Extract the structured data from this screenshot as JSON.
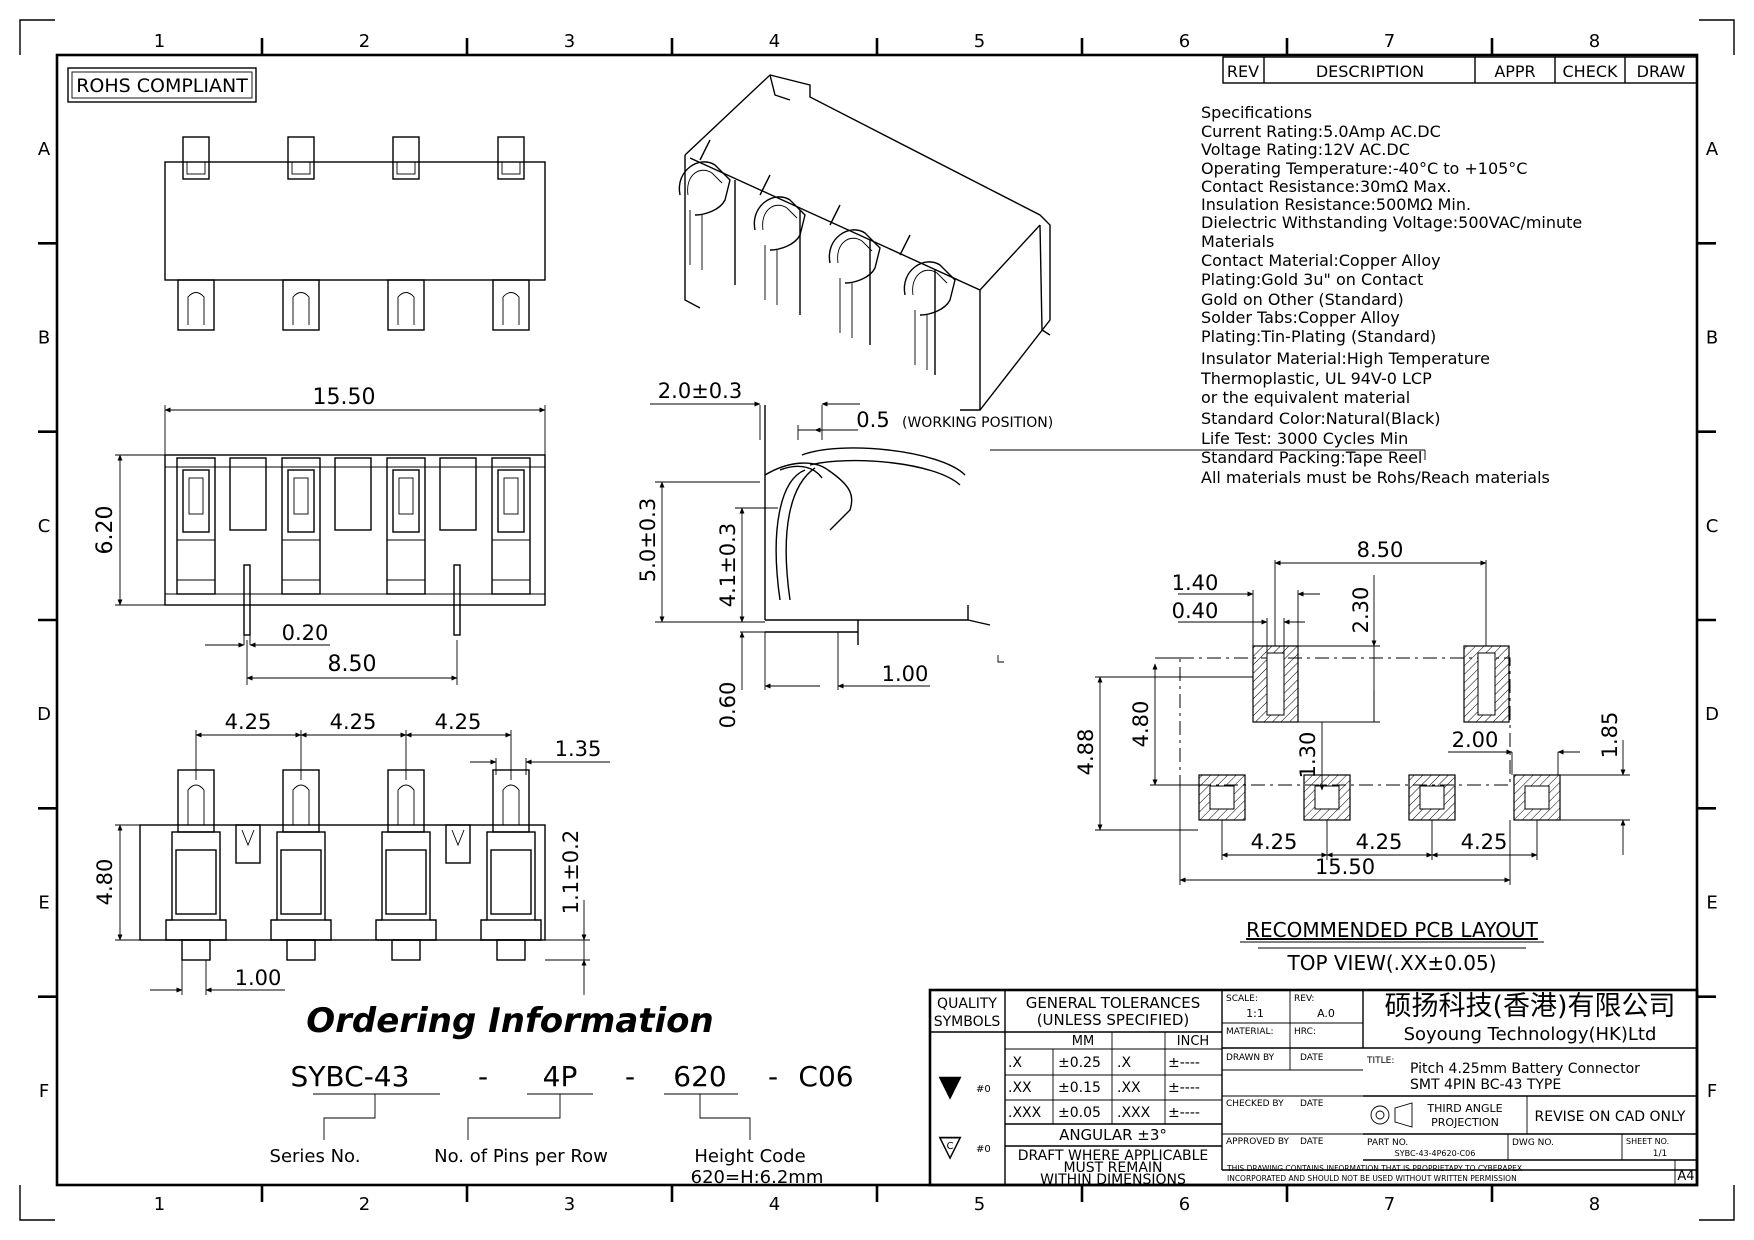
{
  "zone_columns": [
    "1",
    "2",
    "3",
    "4",
    "5",
    "6",
    "7",
    "8"
  ],
  "zone_rows": [
    "A",
    "B",
    "C",
    "D",
    "E",
    "F"
  ],
  "rohs_label": "ROHS COMPLIANT",
  "revision_table": {
    "headers": [
      "REV",
      "DESCRIPTION",
      "APPR",
      "CHECK",
      "DRAW"
    ]
  },
  "specifications": [
    "Specifications",
    "Current  Rating:5.0Amp  AC.DC",
    "Voltage  Rating:12V  AC.DC",
    "Operating  Temperature:-40°C  to  +105°C",
    "Contact  Resistance:30mΩ  Max.",
    "Insulation  Resistance:500MΩ  Min.",
    "Dielectric  Withstanding  Voltage:500VAC/minute",
    "Materials",
    "Contact  Material:Copper  Alloy",
    "Plating:Gold  3u\"  on  Contact",
    "        Gold  on  Other  (Standard)",
    "Solder  Tabs:Copper  Alloy",
    "Plating:Tin-Plating  (Standard)",
    "Insulator  Material:High  Temperature",
    "Thermoplastic,  UL  94V-0  LCP",
    "or  the  equivalent  material",
    "Standard  Color:Natural(Black)",
    "Life  Test:  3000  Cycles  Min",
    "Standard  Packing:Tape  Reel",
    "All  materials  must  be  Rohs/Reach  materials"
  ],
  "dimensions": {
    "top_length": "15.50",
    "height": "6.20",
    "pin_width": "0.20",
    "post_pitch": "8.50",
    "pitch": "4.25",
    "tail_width": "1.35",
    "front_height": "4.80",
    "tail_height": "1.1±0.2",
    "tail_length": "1.00",
    "side_stroke": "2.0±0.3",
    "working_gap": "0.5",
    "working_note": "(WORKING POSITION)",
    "free_height": "5.0±0.3",
    "working_height": "4.1±0.3",
    "base_thickness": "0.60",
    "foot_length": "1.00",
    "pcb_slot_pitch": "8.50",
    "pcb_slot_width": "1.40",
    "pcb_slot_gap": "0.40",
    "pcb_slot_height": "2.30",
    "pcb_total_height": "4.88",
    "pcb_body_height": "4.80",
    "pcb_offset": "1.30",
    "pcb_pad_size": "2.00",
    "pcb_pad_height": "1.85",
    "pcb_length": "15.50"
  },
  "pcb_layout": {
    "title": "RECOMMENDED  PCB  LAYOUT",
    "subtitle": "TOP  VIEW(.XX±0.05)"
  },
  "ordering": {
    "title": "Ordering Information",
    "parts": [
      "SYBC-43",
      "-",
      "4P",
      "-",
      "620",
      "-",
      "C06"
    ],
    "series_label": "Series No.",
    "pins_label": "No.  of Pins per Row",
    "height_label": "Height Code",
    "height_value": "620=H:6.2mm"
  },
  "title_block": {
    "quality_symbols": [
      "QUALITY",
      "SYMBOLS"
    ],
    "quality_marks": [
      "▼",
      "▽"
    ],
    "quality_subs": [
      "#0",
      "#0"
    ],
    "quality_letter": "C",
    "tolerance_title": [
      "GENERAL TOLERANCES",
      "(UNLESS SPECIFIED)"
    ],
    "units": [
      "MM",
      "INCH"
    ],
    "tolerance_rows": [
      [
        ".X",
        "±0.25",
        ".X",
        "±----"
      ],
      [
        ".XX",
        "±0.15",
        ".XX",
        "±----"
      ],
      [
        ".XXX",
        "±0.05",
        ".XXX",
        "±----"
      ]
    ],
    "angular": "ANGULAR  ±3°",
    "draft_note": [
      "DRAFT  WHERE  APPLICABLE",
      "MUST  REMAIN",
      "WITHIN  DIMENSIONS"
    ],
    "scale_label": "SCALE:",
    "scale": "1:1",
    "rev_label": "REV:",
    "rev": "A.0",
    "material_label": "MATERIAL:",
    "hrc_label": "HRC:",
    "drawn_by": "DRAWN BY",
    "checked_by": "CHECKED BY",
    "approved_by": "APPROVED BY",
    "date_label": "DATE",
    "company_cn": "硕扬科技(香港)有限公司",
    "company_en": "Soyoung  Technology(HK)Ltd",
    "title_label": "TITLE:",
    "title_lines": [
      "Pitch  4.25mm  Battery  Connector",
      "SMT  4PIN  BC-43  TYPE"
    ],
    "projection": [
      "THIRD  ANGLE",
      "PROJECTION"
    ],
    "revise_note": "REVISE  ON  CAD  ONLY",
    "part_no_label": "PART  NO.",
    "part_no": "SYBC-43-4P620-C06",
    "dwg_no_label": "DWG  NO.",
    "sheet_label": "SHEET  NO.",
    "sheet": "1/1",
    "notice": [
      "THIS  DRAWING  CONTAINS  INFORMATION  THAT  IS  PROPRIETAPY  TO  CYBERAPEX",
      "INCORPORATED  AND  SHOULD  NOT  BE  USED  WITHOUT  WRITTEN  PERMISSION"
    ],
    "paper_size": "A4"
  }
}
